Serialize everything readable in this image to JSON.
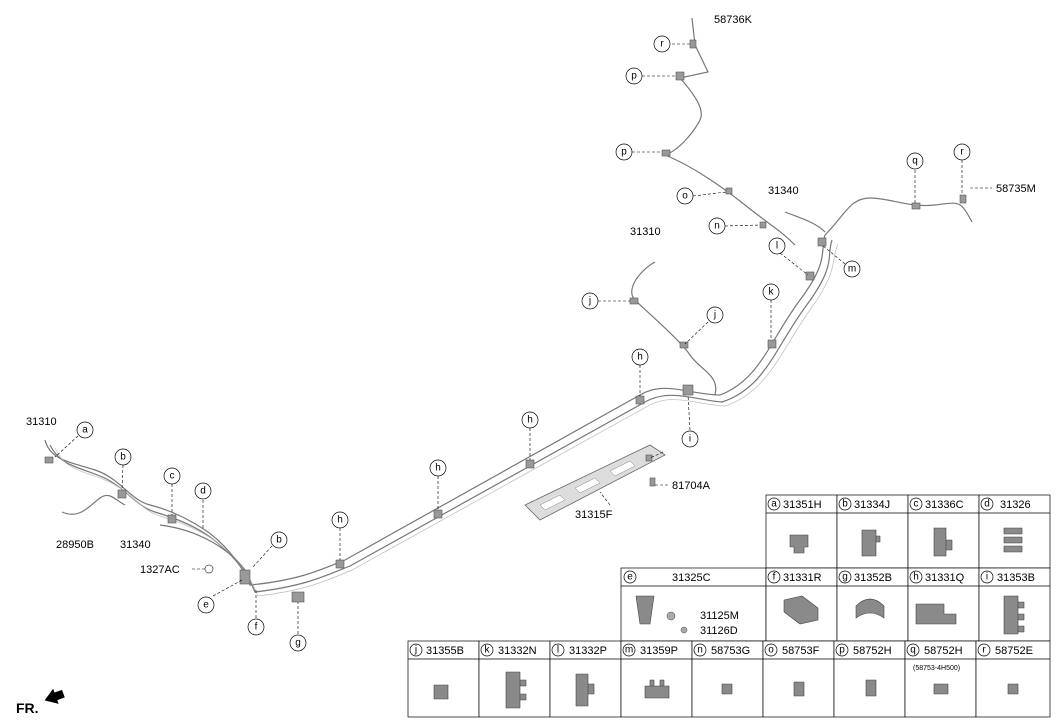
{
  "part_numbers": {
    "p58736K": "58736K",
    "p58735M": "58735M",
    "p31340_top": "31340",
    "p31310_mid": "31310",
    "p31310_left": "31310",
    "p28950B": "28950B",
    "p31340_left": "31340",
    "p1327AC": "1327AC",
    "p81704A": "81704A",
    "p31315F": "31315F",
    "p31125M": "31125M",
    "p31126D": "31126D",
    "fr": "FR."
  },
  "callouts": {
    "r": "r",
    "p": "p",
    "o": "o",
    "n": "n",
    "q": "q",
    "l": "l",
    "m": "m",
    "j": "j",
    "k": "k",
    "h": "h",
    "i": "i",
    "a": "a",
    "b": "b",
    "c": "c",
    "d": "d",
    "e": "e",
    "f": "f",
    "g": "g"
  },
  "legend": {
    "a": "31351H",
    "b": "31334J",
    "c": "31336C",
    "d": "31326",
    "e": "31325C",
    "f": "31331R",
    "g": "31352B",
    "h": "31331Q",
    "i": "31353B",
    "j": "31355B",
    "k": "31332N",
    "l": "31332P",
    "m": "31359P",
    "n": "58753G",
    "o": "58753F",
    "p": "58752H",
    "q": "58752H",
    "r": "58752E",
    "q_sub": "(58753-4H500)"
  }
}
